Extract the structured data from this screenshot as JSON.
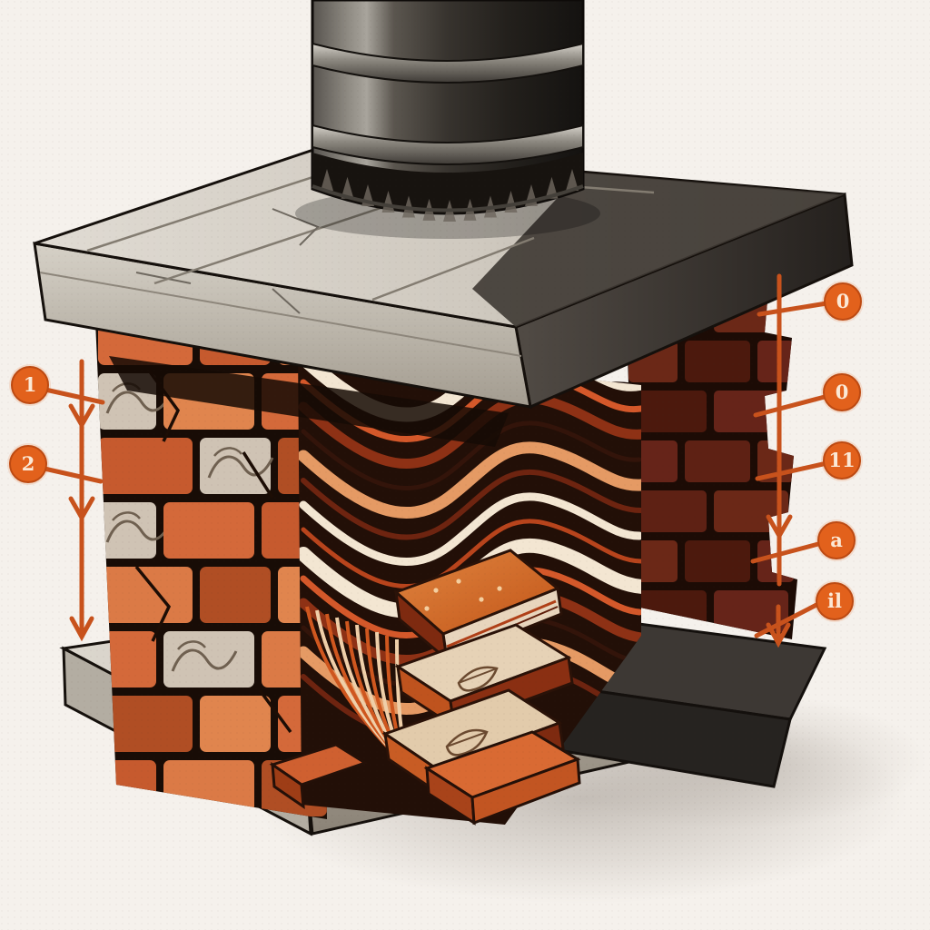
{
  "scene": {
    "type": "technical-illustration",
    "subject": "chimney cross-section showing deteriorating brick masonry layers under a concrete cap with metal flue pipe",
    "background_color": "#f5f1ec"
  },
  "palette": {
    "accent_orange": "#c8521c",
    "marker_fill": "#e2611c",
    "marker_glyph": "#fbe9d6",
    "brick_orange": "#d4693a",
    "brick_dark_red": "#5e2114",
    "spalled_brick_gray": "#cfc3b4",
    "concrete_light": "#d2cdc5",
    "concrete_dark": "#34302d",
    "metal_gray": "#4a4845",
    "cream_layer": "#f3e6d2"
  },
  "annotations": {
    "left_markers": [
      {
        "id": "left-1",
        "label": "1"
      },
      {
        "id": "left-2",
        "label": "2"
      }
    ],
    "right_markers": [
      {
        "id": "right-1",
        "label": "0"
      },
      {
        "id": "right-2",
        "label": "0"
      },
      {
        "id": "right-3",
        "label": "11"
      },
      {
        "id": "right-4",
        "label": "a"
      },
      {
        "id": "right-5",
        "label": "il"
      }
    ]
  }
}
